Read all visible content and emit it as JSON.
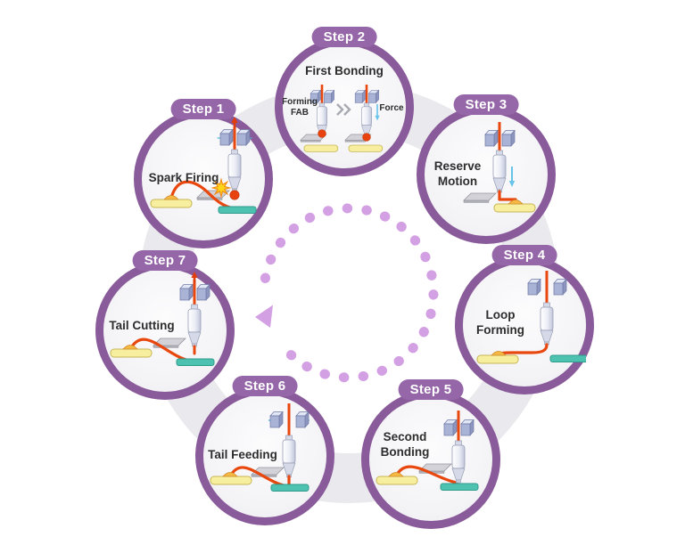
{
  "diagram": {
    "steps": [
      {
        "badge": "Step 1",
        "label_lines": [
          "Spark Firing"
        ]
      },
      {
        "badge": "Step 2",
        "label_lines": [
          "First Bonding"
        ],
        "annotations": {
          "forming": "Forming",
          "fab": "FAB",
          "force": "Force"
        }
      },
      {
        "badge": "Step 3",
        "label_lines": [
          "Reserve",
          "Motion"
        ]
      },
      {
        "badge": "Step 4",
        "label_lines": [
          "Loop",
          "Forming"
        ]
      },
      {
        "badge": "Step 5",
        "label_lines": [
          "Second",
          "Bonding"
        ]
      },
      {
        "badge": "Step 6",
        "label_lines": [
          "Tail Feeding"
        ]
      },
      {
        "badge": "Step 7",
        "label_lines": [
          "Tail Cutting"
        ]
      }
    ],
    "colors": {
      "circle_border": "#8a5b9a",
      "badge_bg": "#9667a8",
      "badge_text": "#ffffff",
      "dots": "#d4a0e4",
      "background_ring": "#eaeaee",
      "wire": "#e8470e",
      "pad_yellow": "#f7ef9f",
      "pad_teal": "#4ec2b1",
      "spark": "#ffd51a",
      "label_text": "#2d2d2d"
    }
  }
}
